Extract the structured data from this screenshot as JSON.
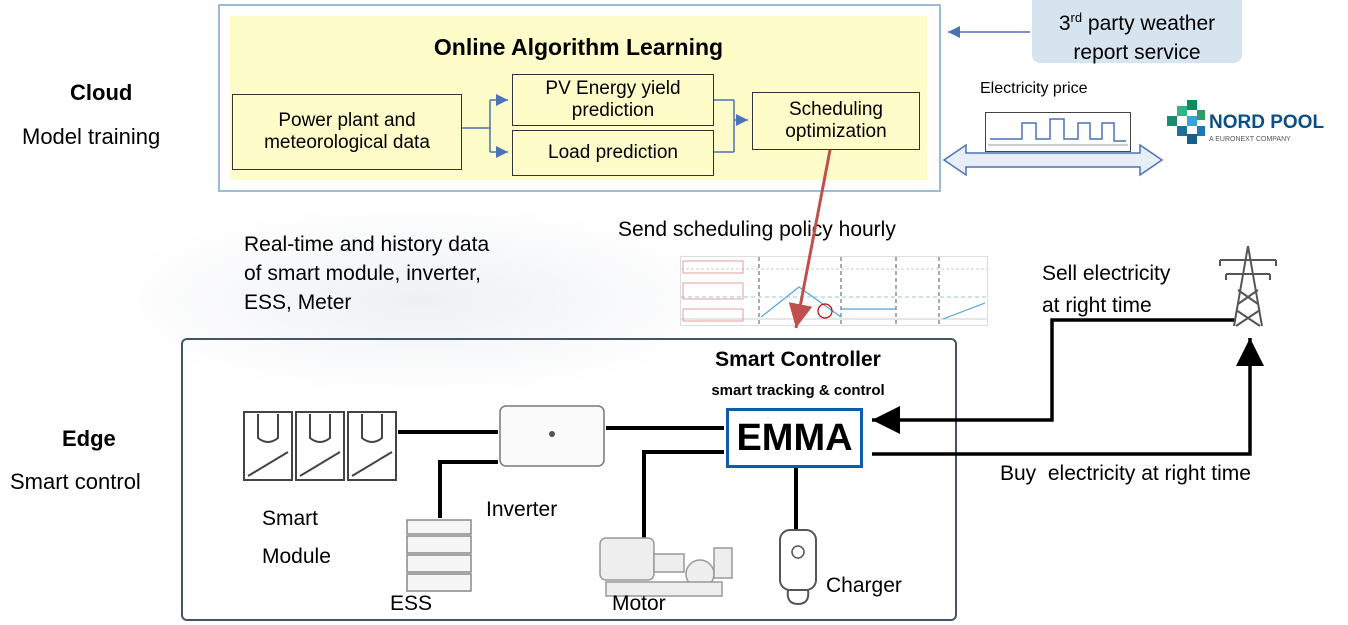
{
  "labels": {
    "cloud_title": "Cloud",
    "cloud_sub": "Model training",
    "edge_title": "Edge",
    "edge_sub": "Smart control",
    "send_policy": "Send scheduling policy hourly",
    "realtime": [
      "Real-time and history data",
      "of smart module, inverter,",
      "ESS, Meter"
    ]
  },
  "cloud": {
    "panel_title": "Online Algorithm Learning",
    "boxes": [
      "Power plant and meteorological data",
      "PV Energy yield prediction",
      "Load prediction",
      "Scheduling optimization"
    ]
  },
  "weather": {
    "prefix": "3",
    "sup": "rd",
    "line1": " party weather",
    "line2": "report service"
  },
  "market": {
    "price_label": "Electricity price",
    "logo_name": "NORD POOL",
    "logo_tagline": "A EURONEXT COMPANY"
  },
  "edge": {
    "controller_title": "Smart Controller",
    "controller_sub": "smart tracking & control",
    "emma": "EMMA",
    "devices": {
      "module": [
        "Smart",
        "Module"
      ],
      "inverter": "Inverter",
      "ess": "ESS",
      "motor": "Motor",
      "charger": "Charger"
    },
    "grid": {
      "sell": [
        "Sell electricity",
        "at right time"
      ],
      "buy": "Buy  electricity at right time"
    }
  },
  "colors": {
    "cloud_panel": "#fefcc8",
    "weather_box": "#d6e4f0",
    "flow_arrow": "#4a72b5",
    "send_arrow": "#c0504d",
    "emma_border": "#0a5ea8"
  }
}
